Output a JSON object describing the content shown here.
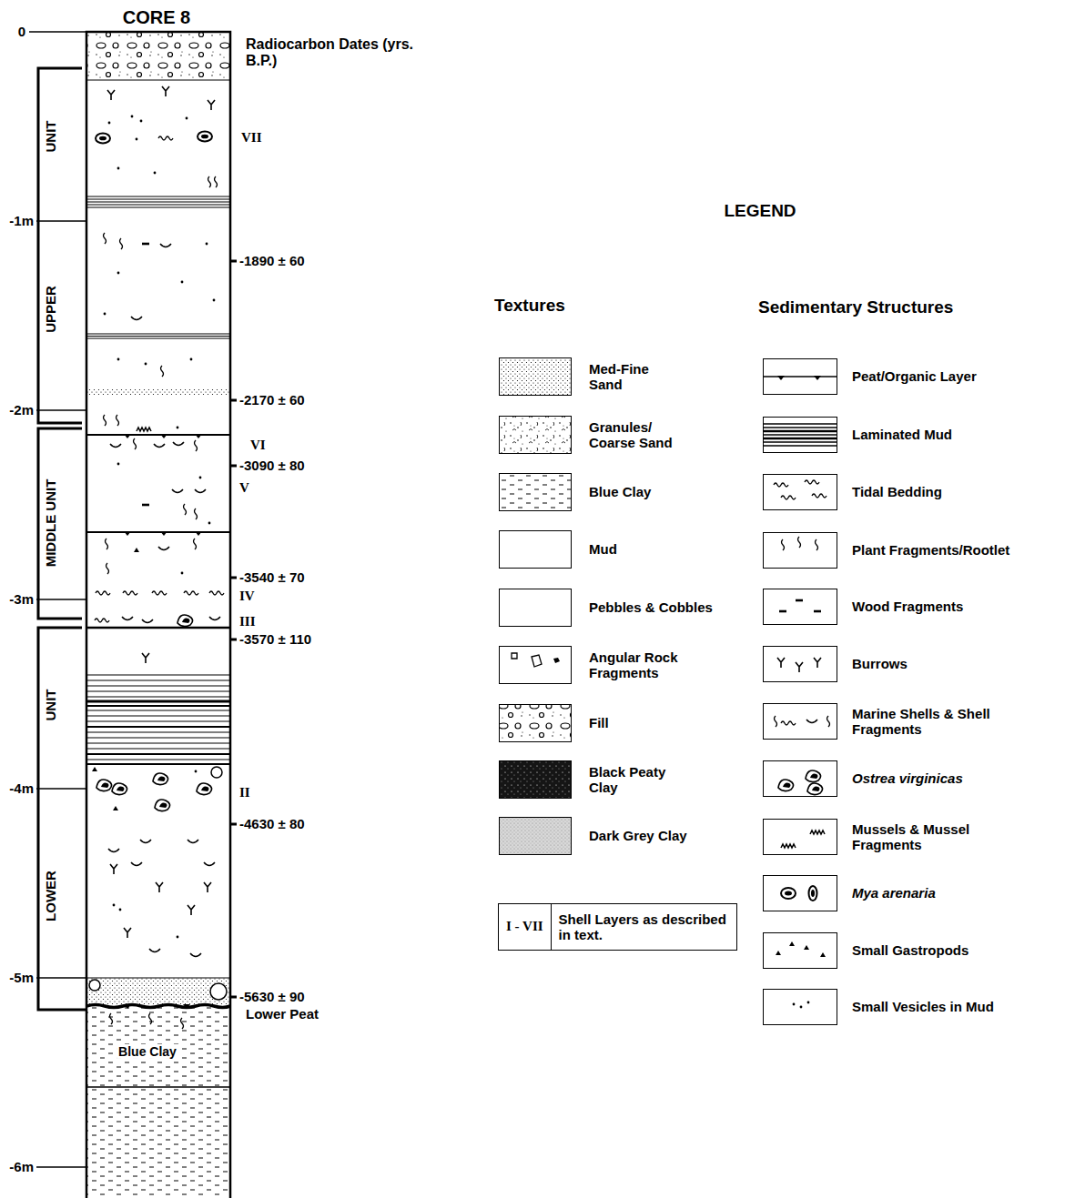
{
  "diagram": {
    "title": "CORE 8",
    "nodes": [
      {
        "text": [
          "I - VII",
          "Shell Layers as described in text."
        ]
      }
    ],
    "labels": [
      "0",
      "-1m",
      "-2m",
      "-3m",
      "-4m",
      "-5m",
      "-6m",
      "UNIT",
      "UPPER",
      "MIDDLE UNIT",
      "UNIT",
      "LOWER",
      "Radiocarbon Dates (yrs. B.P.)",
      "VII",
      "-1890 ± 60",
      "-2170 ± 60",
      "VI",
      "-3090 ± 80",
      "V",
      "-3540 ± 70",
      "IV",
      "III",
      "-3570 ± 110",
      "II",
      "-4630 ± 80",
      "-5630 ± 90",
      "Lower Peat",
      "Blue Clay",
      "LEGEND",
      "Textures",
      "Sedimentary Structures"
    ],
    "legend": [
      {
        "text": "Med-Fine Sand"
      },
      {
        "text": "Granules/ Coarse Sand"
      },
      {
        "text": "Blue Clay"
      },
      {
        "text": "Mud",
        "color": "#ffffff"
      },
      {
        "text": "Pebbles & Cobbles"
      },
      {
        "text": "Angular Rock Fragments"
      },
      {
        "text": "Fill"
      },
      {
        "text": "Black Peaty Clay"
      },
      {
        "text": "Dark Grey Clay"
      },
      {
        "text": "Peat/Organic Layer"
      },
      {
        "text": "Laminated Mud"
      },
      {
        "text": "Tidal Bedding"
      },
      {
        "text": "Plant Fragments/Rootlet"
      },
      {
        "text": "Wood Fragments"
      },
      {
        "text": "Burrows"
      },
      {
        "text": "Marine Shells & Shell Fragments"
      },
      {
        "text": "Ostrea virginicas"
      },
      {
        "text": "Mussels & Mussel Fragments"
      },
      {
        "text": "Mya arenaria"
      },
      {
        "text": "Small Gastropods"
      },
      {
        "text": "Small Vesicles in Mud"
      }
    ]
  }
}
